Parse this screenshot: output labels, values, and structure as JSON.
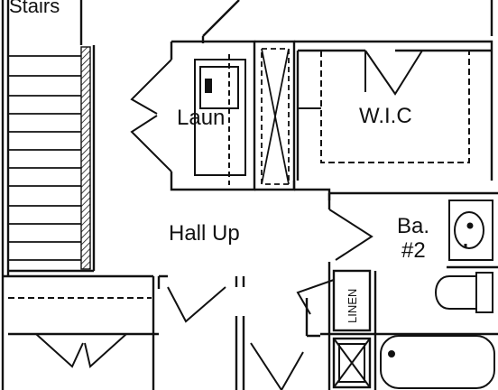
{
  "rooms": {
    "stairs": "Stairs",
    "laundry": "Laun",
    "walk_in_closet": "W.I.C",
    "hall": "Hall Up",
    "bath_line1": "Ba.",
    "bath_line2": "#2",
    "linen": "LINEN"
  },
  "colors": {
    "line": "#111111",
    "background": "#ffffff"
  }
}
